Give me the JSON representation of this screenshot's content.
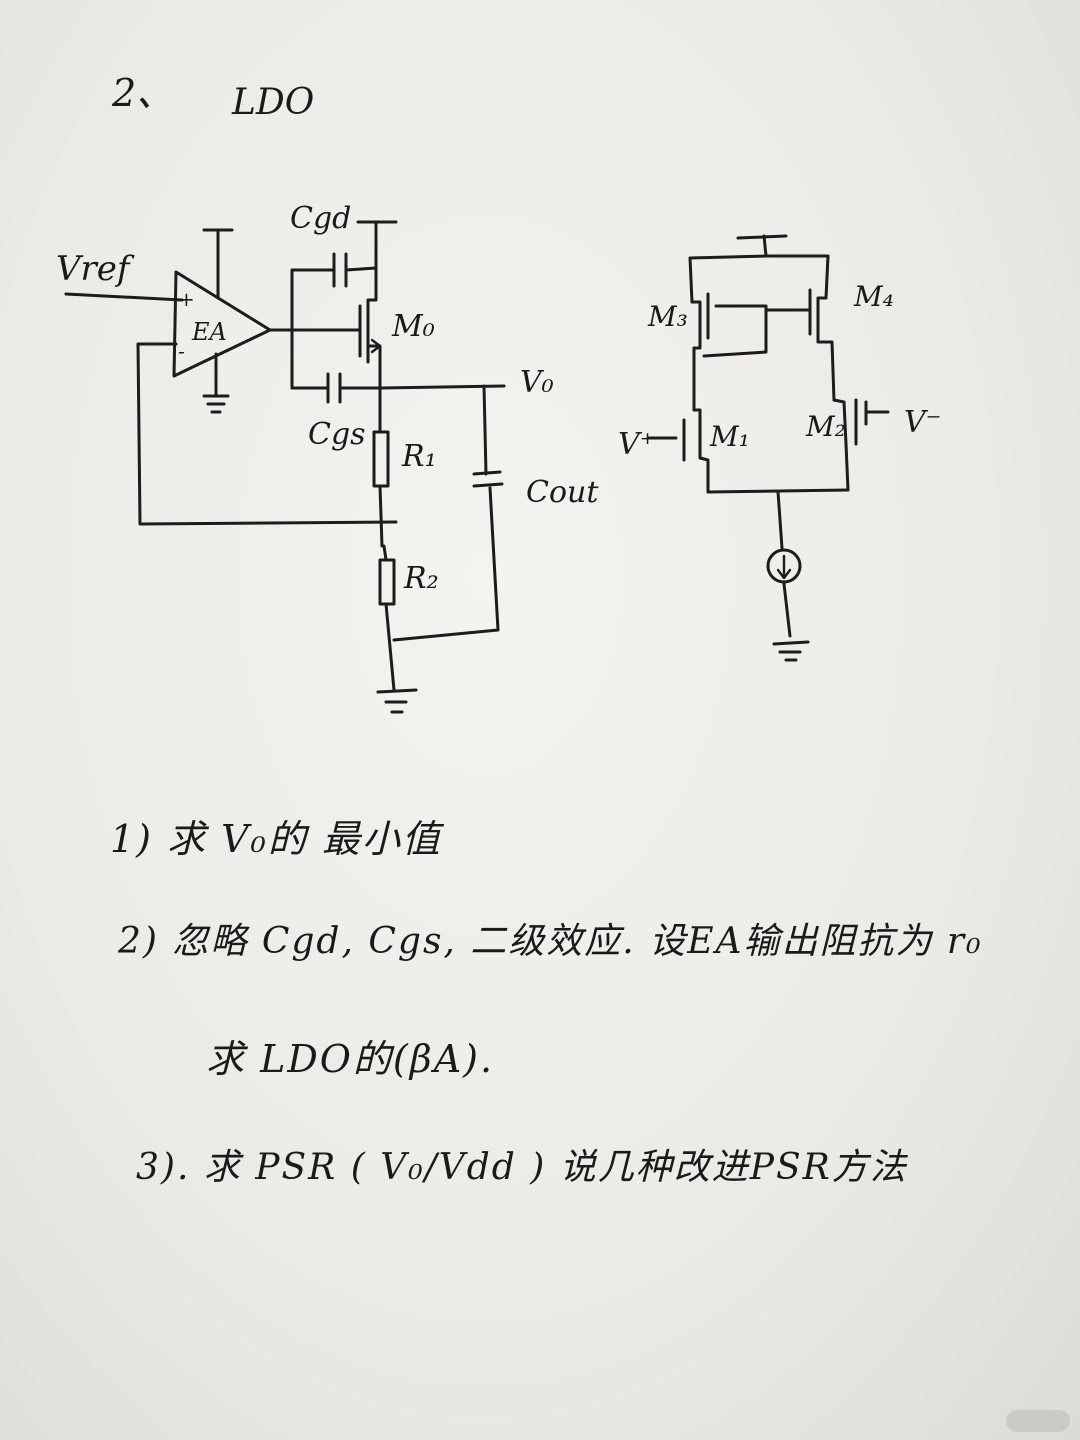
{
  "header": {
    "number": "2、",
    "title": "LDO"
  },
  "circuit_left": {
    "vref": "Vref",
    "ea": "EA",
    "plus": "+",
    "minus": "-",
    "cgd": "Cgd",
    "cgs": "Cgs",
    "m0": "M₀",
    "vo": "V₀",
    "r1": "R₁",
    "r2": "R₂",
    "cout": "Cout"
  },
  "circuit_right": {
    "m1": "M₁",
    "m2": "M₂",
    "m3": "M₃",
    "m4": "M₄",
    "vplus": "V⁺",
    "vminus": "V⁻"
  },
  "questions": {
    "q1": "1)  求 V₀的 最小值",
    "q2a": "2) 忽略 Cgd, Cgs, 二级效应.  设EA输出阻抗为 r₀",
    "q2b": "求 LDO的(βA).",
    "q3": "3).  求 PSR ( V₀/Vdd )   说几种改进PSR方法"
  }
}
